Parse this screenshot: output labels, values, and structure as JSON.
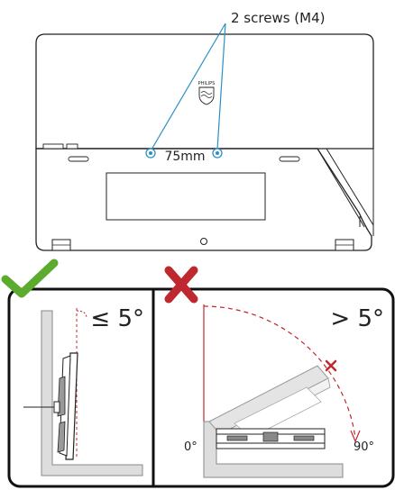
{
  "top": {
    "screws_label": "2 screws (M4)",
    "vesa_label": "75mm",
    "brand_text": "PHILIPS"
  },
  "left_panel": {
    "angle_label": "≤ 5°",
    "status": "allowed",
    "status_icon": "check-icon"
  },
  "right_panel": {
    "angle_label": "> 5°",
    "status": "not-allowed",
    "status_icon": "cross-icon",
    "arc_start_label": "0°",
    "arc_end_label": "90°"
  },
  "colors": {
    "line": "#222222",
    "callout": "#2b8fc4",
    "accent_red": "#c0282f",
    "check_green": "#5aab2e",
    "gray": "#c9c9c9"
  }
}
